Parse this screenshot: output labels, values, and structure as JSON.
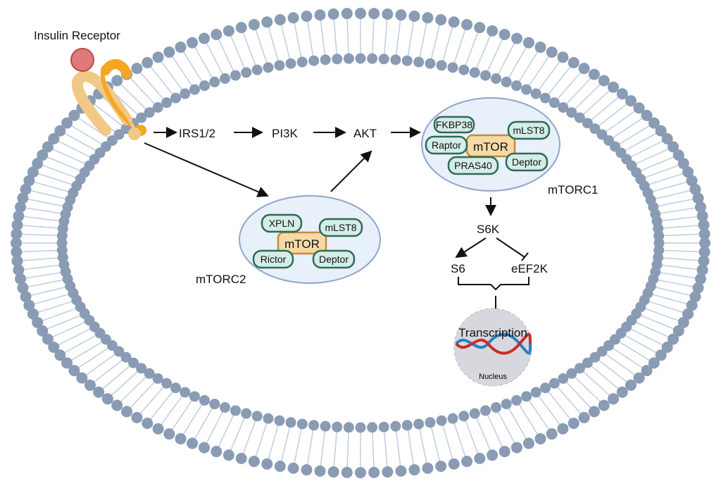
{
  "title": "Insulin Receptor",
  "pathway": {
    "irs": "IRS1/2",
    "pi3k": "PI3K",
    "akt": "AKT",
    "s6k": "S6K",
    "s6": "S6",
    "eef2k": "eEF2K"
  },
  "mtorc1": {
    "label": "mTORC1",
    "core": "mTOR",
    "components": [
      "FKBP38",
      "mLST8",
      "Raptor",
      "PRAS40",
      "Deptor"
    ]
  },
  "mtorc2": {
    "label": "mTORC2",
    "core": "mTOR",
    "components": [
      "XPLN",
      "mLST8",
      "Rictor",
      "Deptor"
    ]
  },
  "nucleus": {
    "process": "Transcription",
    "label": "Nucleus"
  },
  "colors": {
    "membrane_head": "#8a9bb4",
    "membrane_tail": "#c0cde0",
    "complex_bg": "#e8f0fa",
    "complex_border": "#8fa6cc",
    "component": "#d4ede6",
    "mtor": "#f5d9a6",
    "receptor_ligand": "#e07a7a",
    "receptor_dark": "#f5a623",
    "receptor_light": "#f0c987",
    "dna_red": "#cc2b2b",
    "dna_blue": "#2a7fc0"
  }
}
